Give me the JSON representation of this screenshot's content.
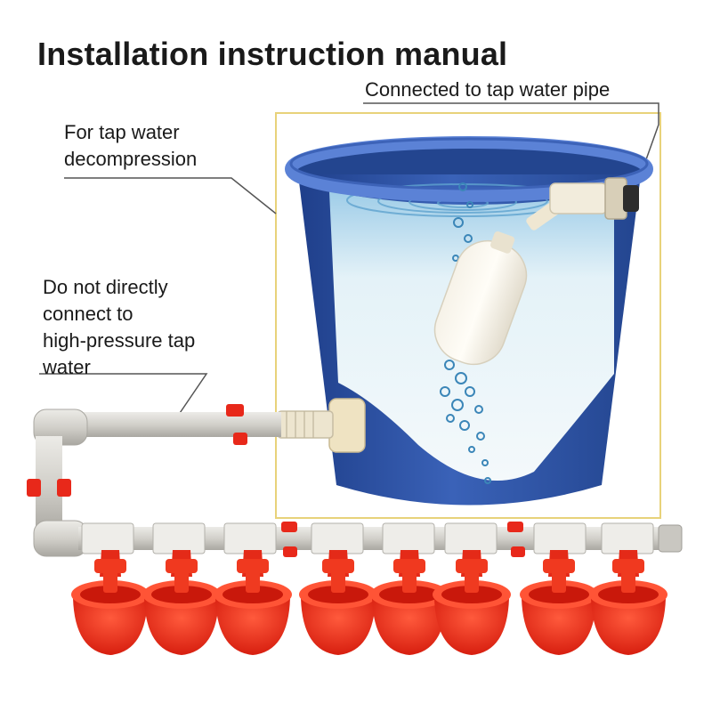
{
  "title": "Installation instruction manual",
  "labels": {
    "tap_pipe": "Connected to tap water pipe",
    "decompression": [
      "For tap water",
      "decompression"
    ],
    "warning": [
      "Do not directly",
      "connect to",
      "high-pressure tap",
      "water"
    ]
  },
  "colors": {
    "bucket_blue": "#2f55a8",
    "bucket_rim": "#4a72c8",
    "water": "#cfe6f3",
    "pipe": "#d6d4cf",
    "cup_red": "#ee2a1a",
    "highlight_frame": "#e8d27a",
    "leader_line": "#555555"
  },
  "icons": [
    "bucket-icon",
    "float-valve-icon",
    "water-pipe-icon",
    "drinking-cup-icon",
    "bubbles-icon"
  ],
  "cup_count": 8
}
